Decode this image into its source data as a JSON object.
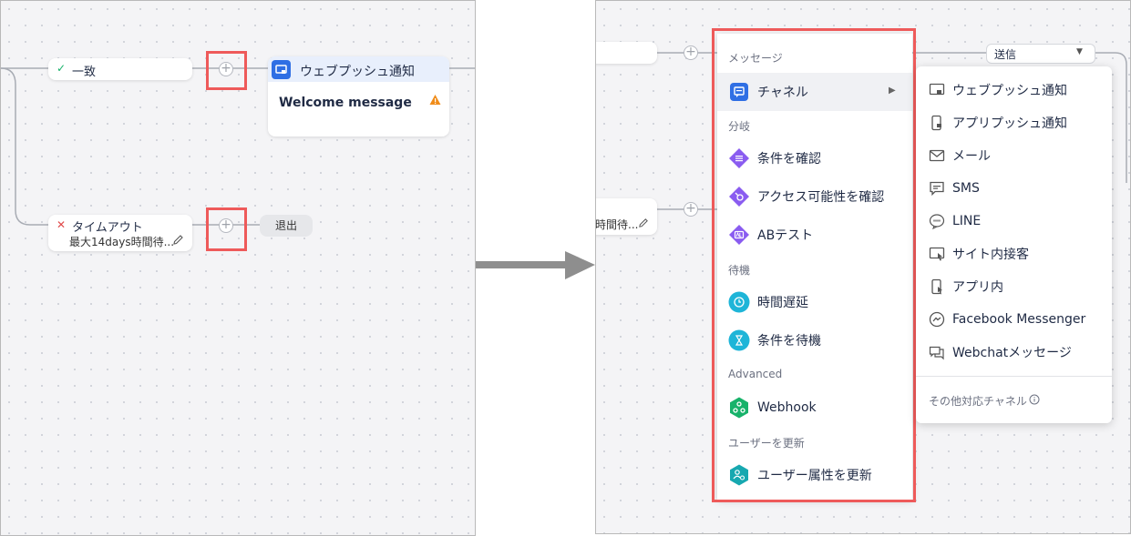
{
  "left": {
    "match_label": "一致",
    "timeout_label": "タイムアウト",
    "timeout_sub": "最大14days時間待...",
    "exit_label": "退出",
    "node_title": "ウェブプッシュ通知",
    "node_message": "Welcome message"
  },
  "right": {
    "send_label": "送信",
    "partial_text": "時間待...",
    "menu": {
      "sections": [
        "メッセージ",
        "分岐",
        "待機",
        "Advanced",
        "ユーザーを更新"
      ],
      "items": [
        "チャネル",
        "条件を確認",
        "アクセス可能性を確認",
        "ABテスト",
        "時間遅延",
        "条件を待機",
        "Webhook",
        "ユーザー属性を更新"
      ]
    },
    "submenu": {
      "items": [
        "ウェブプッシュ通知",
        "アプリプッシュ通知",
        "メール",
        "SMS",
        "LINE",
        "サイト内接客",
        "アプリ内",
        "Facebook Messenger",
        "Webchatメッセージ"
      ],
      "footer": "その他対応チャネル"
    }
  },
  "colors": {
    "highlight": "#ee5a5a",
    "purple": "#8a5cf0",
    "teal": "#1eb5d8",
    "green": "#17b26a",
    "blue": "#2f6fe4",
    "warning": "#f08c1a"
  }
}
